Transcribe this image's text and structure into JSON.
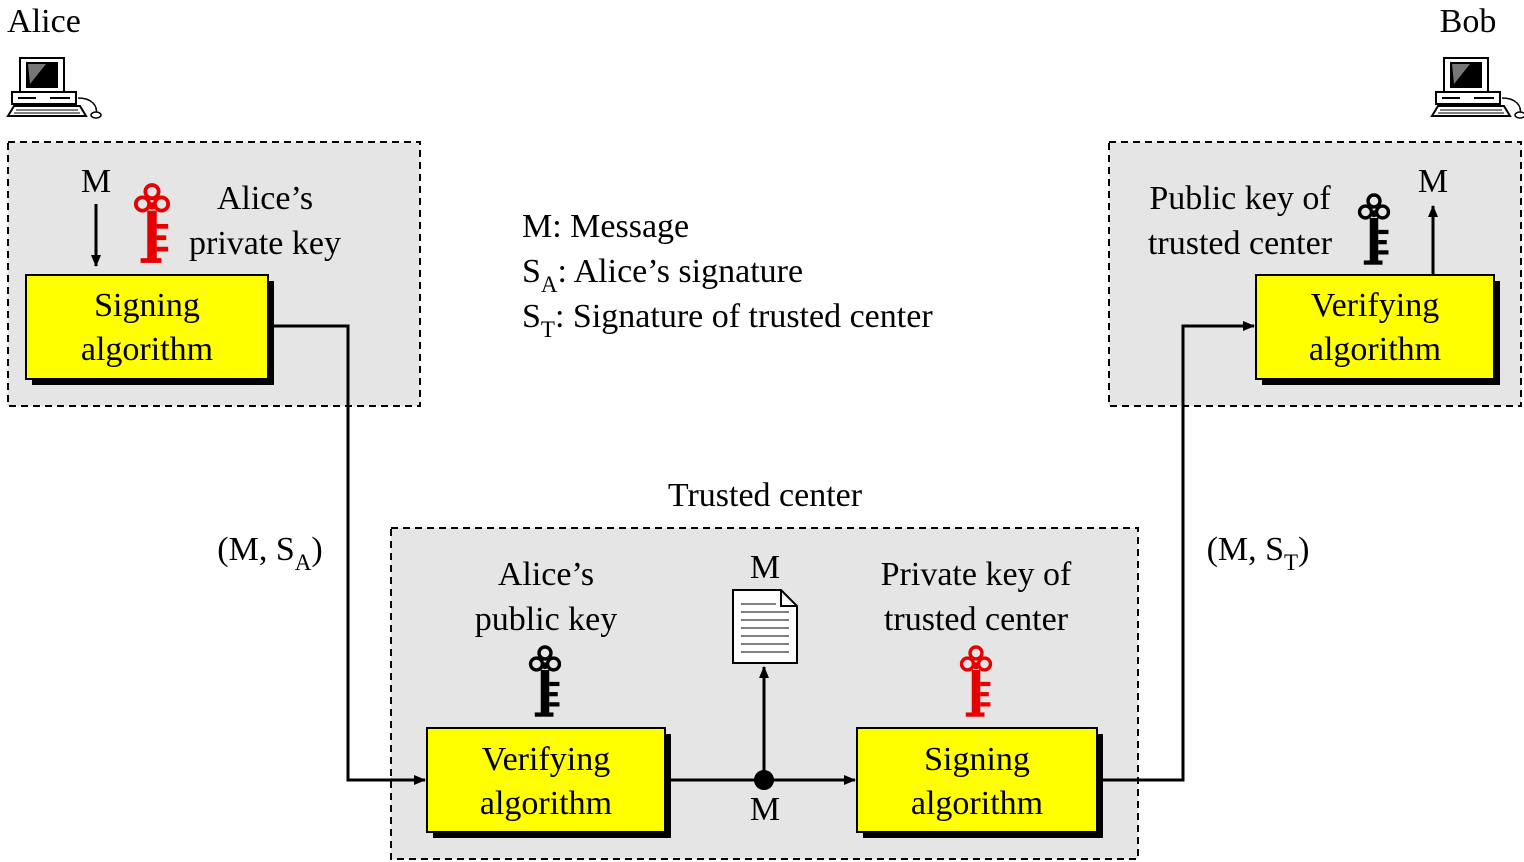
{
  "parties": {
    "alice": "Alice",
    "bob": "Bob",
    "trusted_center": "Trusted center"
  },
  "legend": {
    "m_symbol": "M",
    "m_desc": ": Message",
    "sa_symbol": "S",
    "sa_sub": "A",
    "sa_desc": ": Alice’s signature",
    "st_symbol": "S",
    "st_sub": "T",
    "st_desc": ": Signature of trusted center"
  },
  "alice_box": {
    "message": "M",
    "key_line1": "Alice’s",
    "key_line2": "private key",
    "algo_line1": "Signing",
    "algo_line2": "algorithm"
  },
  "bob_box": {
    "key_line1": "Public key of",
    "key_line2": "trusted center",
    "message": "M",
    "algo_line1": "Verifying",
    "algo_line2": "algorithm"
  },
  "center_box": {
    "pub_key_line1": "Alice’s",
    "pub_key_line2": "public key",
    "doc_label": "M",
    "priv_key_line1": "Private key of",
    "priv_key_line2": "trusted center",
    "verify_line1": "Verifying",
    "verify_line2": "algorithm",
    "sign_line1": "Signing",
    "sign_line2": "algorithm",
    "junction_label": "M"
  },
  "transmissions": {
    "to_center_open": "(M, S",
    "to_center_sub": "A",
    "to_center_close": ")",
    "to_bob_open": "(M, S",
    "to_bob_sub": "T",
    "to_bob_close": ")"
  },
  "colors": {
    "algorithm_box": "#ffff00",
    "region_fill": "#e5e5e5",
    "private_key": "#e60000",
    "public_key": "#000000"
  },
  "icons": [
    "computer-icon",
    "private-key-icon",
    "public-key-icon",
    "document-icon"
  ]
}
